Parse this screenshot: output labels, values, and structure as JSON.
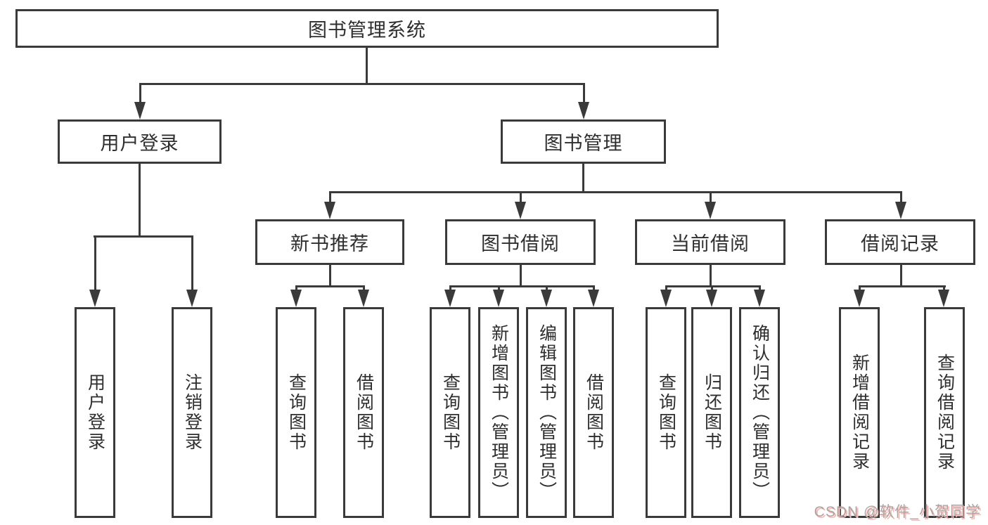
{
  "colors": {
    "background": "#ffffff",
    "line": "#3a3a3a",
    "text": "#2e2e2e",
    "watermark_text": "#a6a6a6",
    "watermark_shadow": "#ffb3ae"
  },
  "watermark": {
    "text": "CSDN @软件_小贺同学"
  },
  "tree": {
    "root": {
      "label": "图书管理系统"
    },
    "branches": [
      {
        "label": "用户登录",
        "children": [
          {
            "label": "用户登录"
          },
          {
            "label": "注销登录"
          }
        ]
      },
      {
        "label": "图书管理",
        "children": [
          {
            "label": "新书推荐",
            "children": [
              {
                "label": "查询图书"
              },
              {
                "label": "借阅图书"
              }
            ]
          },
          {
            "label": "图书借阅",
            "children": [
              {
                "label": "查询图书"
              },
              {
                "label": "新增图书（管理员）"
              },
              {
                "label": "编辑图书（管理员）"
              },
              {
                "label": "借阅图书"
              }
            ]
          },
          {
            "label": "当前借阅",
            "children": [
              {
                "label": "查询图书"
              },
              {
                "label": "归还图书"
              },
              {
                "label": "确认归还（管理员）"
              }
            ]
          },
          {
            "label": "借阅记录",
            "children": [
              {
                "label": "新增借阅记录"
              },
              {
                "label": "查询借阅记录"
              }
            ]
          }
        ]
      }
    ]
  }
}
